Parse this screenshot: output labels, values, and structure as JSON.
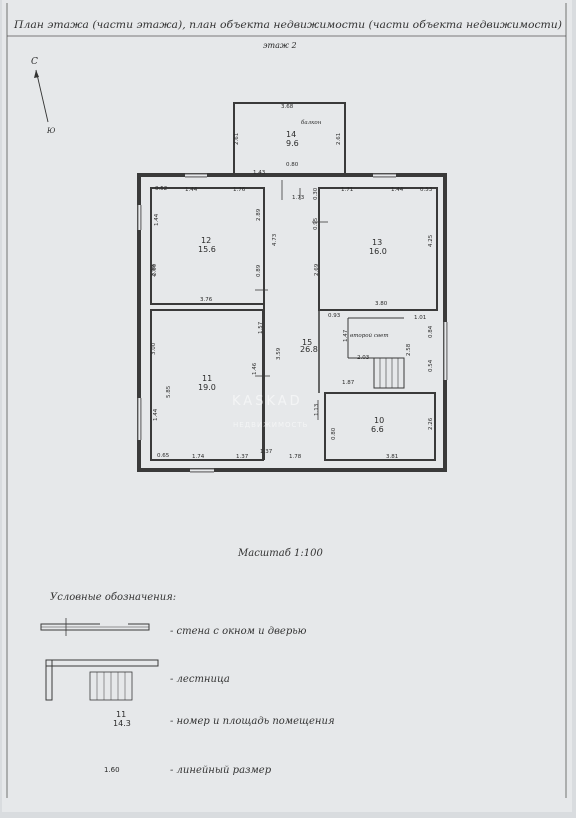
{
  "header": {
    "title": "План этажа (части этажа), план объекта недвижимости (части объекта недвижимости)",
    "floor": "этаж 2"
  },
  "compass": {
    "north": "С",
    "south": "Ю"
  },
  "rooms": [
    {
      "number": "14",
      "area": "9.6",
      "name": "балкон"
    },
    {
      "number": "12",
      "area": "15.6"
    },
    {
      "number": "13",
      "area": "16.0"
    },
    {
      "number": "11",
      "area": "19.0"
    },
    {
      "number": "15",
      "area": "26.8"
    },
    {
      "number": "10",
      "area": "6.6"
    }
  ],
  "second_light": "второй свет",
  "dimensions": [
    "3.68",
    "2.61",
    "2.61",
    "0.80",
    "1.43",
    "1.73",
    "0.52",
    "1.44",
    "1.76",
    "0.30",
    "1.71",
    "1.44",
    "0.53",
    "1.44",
    "2.99",
    "2.89",
    "4.73",
    "0.95",
    "2.69",
    "4.25",
    "0.89",
    "3.76",
    "3.80",
    "0.93",
    "1.01",
    "1.57",
    "3.00",
    "1.47",
    "2.58",
    "0.84",
    "5.85",
    "1.46",
    "3.59",
    "2.03",
    "0.54",
    "1.87",
    "1.44",
    "2.99",
    "1.37",
    "1.13",
    "2.26",
    "0.80",
    "0.65",
    "1.74",
    "1.37",
    "1.78",
    "3.81"
  ],
  "scale": "Масштаб 1:100",
  "legend": {
    "title": "Условные обозначения:",
    "items": [
      {
        "text": "- стена с окном и дверью"
      },
      {
        "text": "- лестница"
      },
      {
        "text": "- номер и площадь помещения",
        "sample_number": "11",
        "sample_area": "14.3"
      },
      {
        "text": "- линейный размер",
        "sample": "1.60"
      }
    ]
  },
  "watermark": {
    "brand": "KASKAD",
    "sub": "НЕДВИЖИМОСТЬ"
  }
}
